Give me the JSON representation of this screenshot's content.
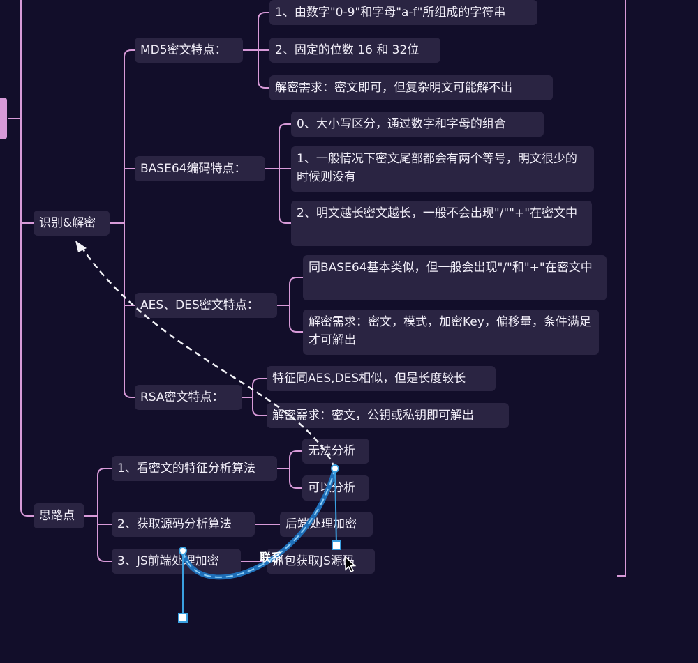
{
  "nodes": {
    "identify": "识别&解密",
    "thinking": "思路点",
    "md5": {
      "title": "MD5密文特点：",
      "items": [
        "1、由数字\"0-9\"和字母\"a-f\"所组成的字符串",
        "2、固定的位数 16 和 32位",
        "解密需求：密文即可，但复杂明文可能解不出"
      ]
    },
    "base64": {
      "title": "BASE64编码特点：",
      "items": [
        "0、大小写区分，通过数字和字母的组合",
        "1、一般情况下密文尾部都会有两个等号，明文很少的时候则没有",
        "2、明文越长密文越长，一般不会出现\"/\"\"+\"在密文中"
      ]
    },
    "aes": {
      "title": "AES、DES密文特点：",
      "items": [
        "同BASE64基本类似，但一般会出现\"/\"和\"+\"在密文中",
        "解密需求：密文，模式，加密Key，偏移量，条件满足才可解出"
      ]
    },
    "rsa": {
      "title": "RSA密文特点：",
      "items": [
        "特征同AES,DES相似，但是长度较长",
        "解密需求：密文，公钥或私钥即可解出"
      ]
    },
    "steps": [
      {
        "title": "1、看密文的特征分析算法",
        "children": [
          "无法分析",
          "可以分析"
        ]
      },
      {
        "title": "2、获取源码分析算法",
        "children": [
          "后端处理加密"
        ]
      },
      {
        "title": "3、JS前端处理加密",
        "children": [
          "抓包获取JS源码"
        ]
      }
    ]
  },
  "connector_label": "联系",
  "colors": {
    "background": "#120e2a",
    "node": "#2a2442",
    "branch_line": "#d79ad8",
    "relation_line": "#3aa0e0",
    "accent": "#d79ad8"
  }
}
